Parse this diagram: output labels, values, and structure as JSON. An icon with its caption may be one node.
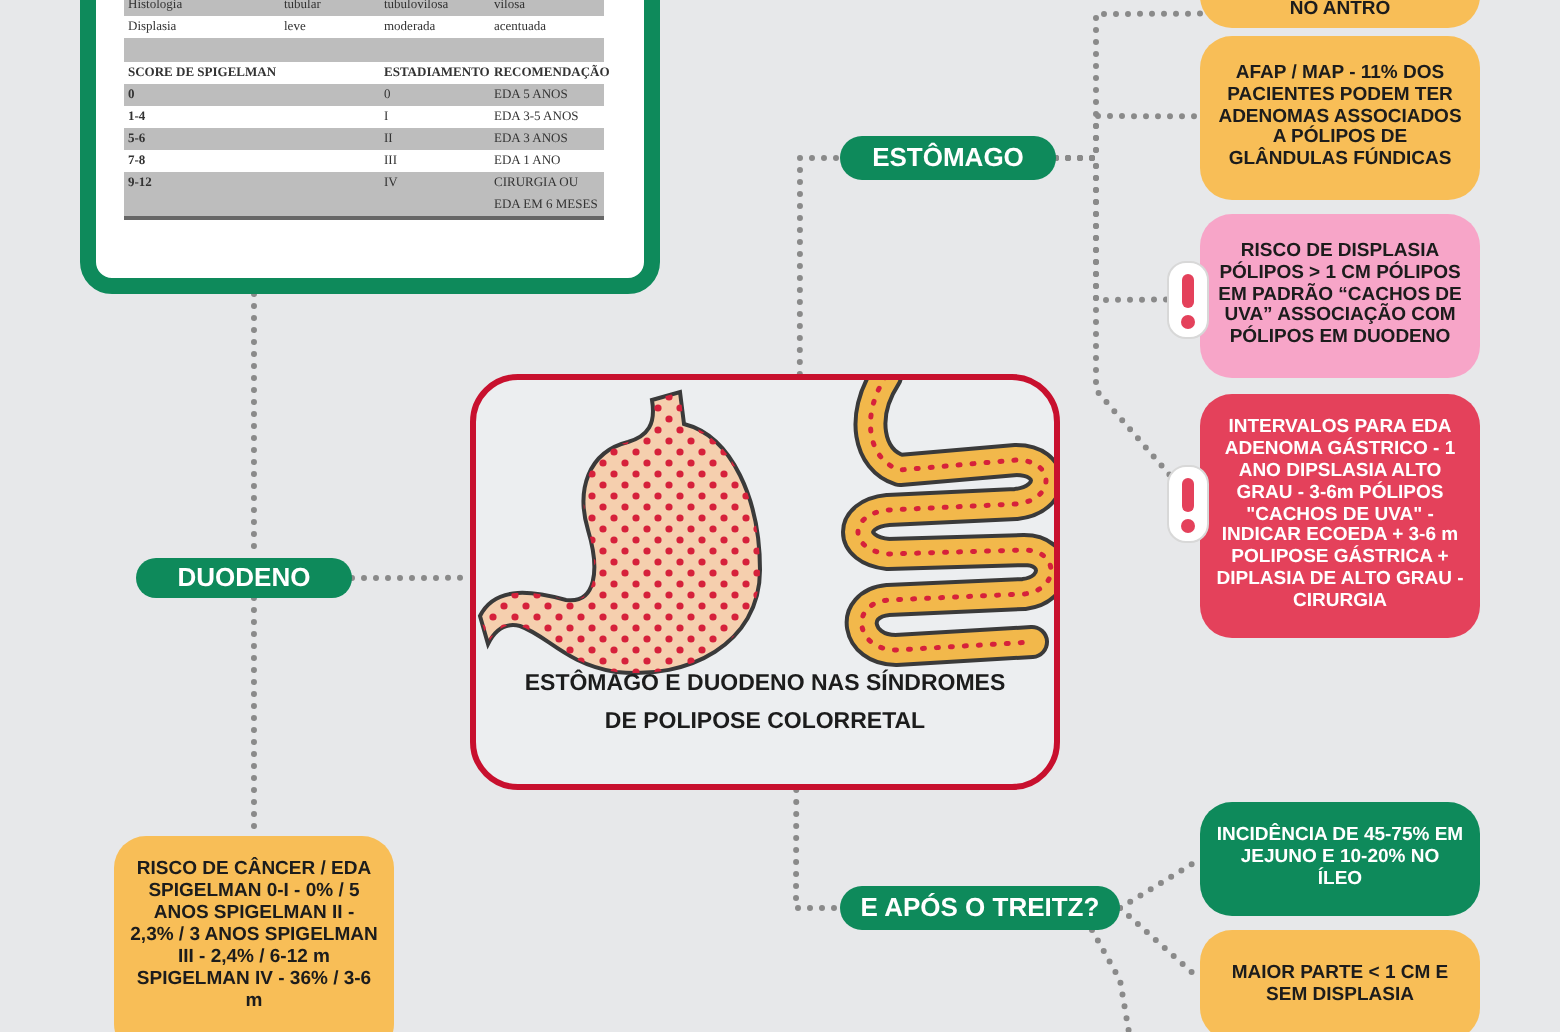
{
  "diagram": {
    "nodes": [
      {
        "text": [],
        "shape": "box"
      },
      {
        "text": [
          "NO ANTRO"
        ]
      },
      {
        "text": [
          "ESTÔMAGO"
        ]
      },
      {
        "text": [
          "AFAP / MAP - 11% DOS PACIENTES PODEM TER ADENOMAS ASSOCIADOS A PÓLIPOS DE GLÂNDULAS FÚNDICAS"
        ]
      },
      {
        "text": [
          "RISCO DE DISPLASIA PÓLIPOS > 1 CM PÓLIPOS EM PADRÃO “CACHOS DE UVA” ASSOCIAÇÃO COM PÓLIPOS EM DUODENO"
        ]
      },
      {
        "text": [
          "INTERVALOS PARA EDA ADENOMA GÁSTRICO - 1 ANO DIPSLASIA ALTO GRAU - 3-6m PÓLIPOS \"CACHOS DE UVA\" - INDICAR ECOEDA + 3-6 m POLIPOSE GÁSTRICA + DIPLASIA DE ALTO GRAU - CIRURGIA"
        ]
      },
      {
        "text": [
          "DUODENO"
        ]
      },
      {
        "text": [
          "ESTÔMAGO E DUODENO NAS SÍNDROMES DE POLIPOSE COLORRETAL"
        ]
      },
      {
        "text": [
          "RISCO DE CÂNCER / EDA SPIGELMAN 0-I - 0% / 5 ANOS SPIGELMAN II - 2,3% / 3 ANOS SPIGELMAN III - 2,4% / 6-12 m SPIGELMAN IV - 36% / 3-6 m"
        ]
      },
      {
        "text": [
          "E APÓS O TREITZ?"
        ]
      },
      {
        "text": [
          "INCIDÊNCIA DE 45-75% EM JEJUNO E 10-20% NO ÍLEO"
        ]
      },
      {
        "text": [
          "MAIOR PARTE < 1 CM E SEM DISPLASIA"
        ]
      }
    ],
    "edges": [
      {
        "from": 0,
        "to": 6,
        "arrow": "none"
      },
      {
        "from": 6,
        "to": 8,
        "arrow": "none"
      },
      {
        "from": 6,
        "to": 7,
        "arrow": "none"
      },
      {
        "from": 7,
        "to": 2,
        "arrow": "none"
      },
      {
        "from": 2,
        "to": 1,
        "arrow": "none"
      },
      {
        "from": 2,
        "to": 3,
        "arrow": "none"
      },
      {
        "from": 2,
        "to": 4,
        "arrow": "none"
      },
      {
        "from": 2,
        "to": 5,
        "arrow": "none"
      },
      {
        "from": 7,
        "to": 9,
        "arrow": "none"
      },
      {
        "from": 9,
        "to": 10,
        "arrow": "none"
      },
      {
        "from": 9,
        "to": 11,
        "arrow": "none"
      },
      {
        "from": 9,
        "to": null,
        "arrow": "none"
      }
    ],
    "labels": [
      "Histologia",
      "tubular",
      "tubulovilosa",
      "vilosa",
      "Displasia",
      "leve",
      "moderada",
      "acentuada",
      "SCORE DE SPIGELMAN",
      "ESTADIAMENTO",
      "RECOMENDAÇÃO",
      "0",
      "0",
      "EDA 5 ANOS",
      "1-4",
      "I",
      "EDA 3-5 ANOS",
      "5-6",
      "II",
      "EDA 3 ANOS",
      "7-8",
      "III",
      "EDA 1 ANO",
      "9-12",
      "IV",
      "CIRURGIA OU EDA EM 6 MESES"
    ]
  }
}
